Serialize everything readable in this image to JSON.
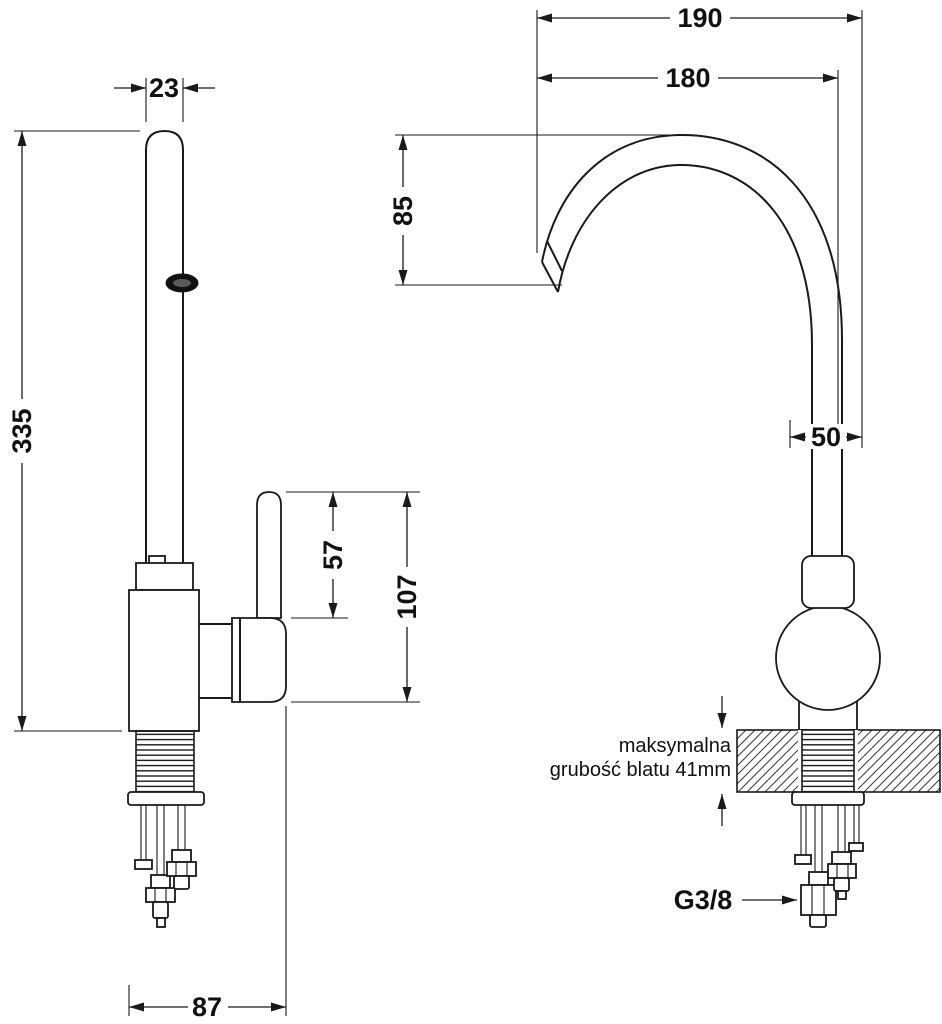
{
  "side_view": {
    "dim_spout_width": "23",
    "dim_total_height": "335",
    "dim_lever_height": "57",
    "dim_lever_total_height": "107",
    "dim_base_depth": "87"
  },
  "front_view": {
    "dim_total_width": "190",
    "dim_spout_reach": "180",
    "dim_spout_drop": "85",
    "dim_pipe_offset": "50",
    "counter_note_line1": "maksymalna",
    "counter_note_line2": "grubość blatu 41mm",
    "thread_size": "G3/8"
  },
  "colors": {
    "line": "#1a1a1a",
    "background": "#ffffff"
  }
}
